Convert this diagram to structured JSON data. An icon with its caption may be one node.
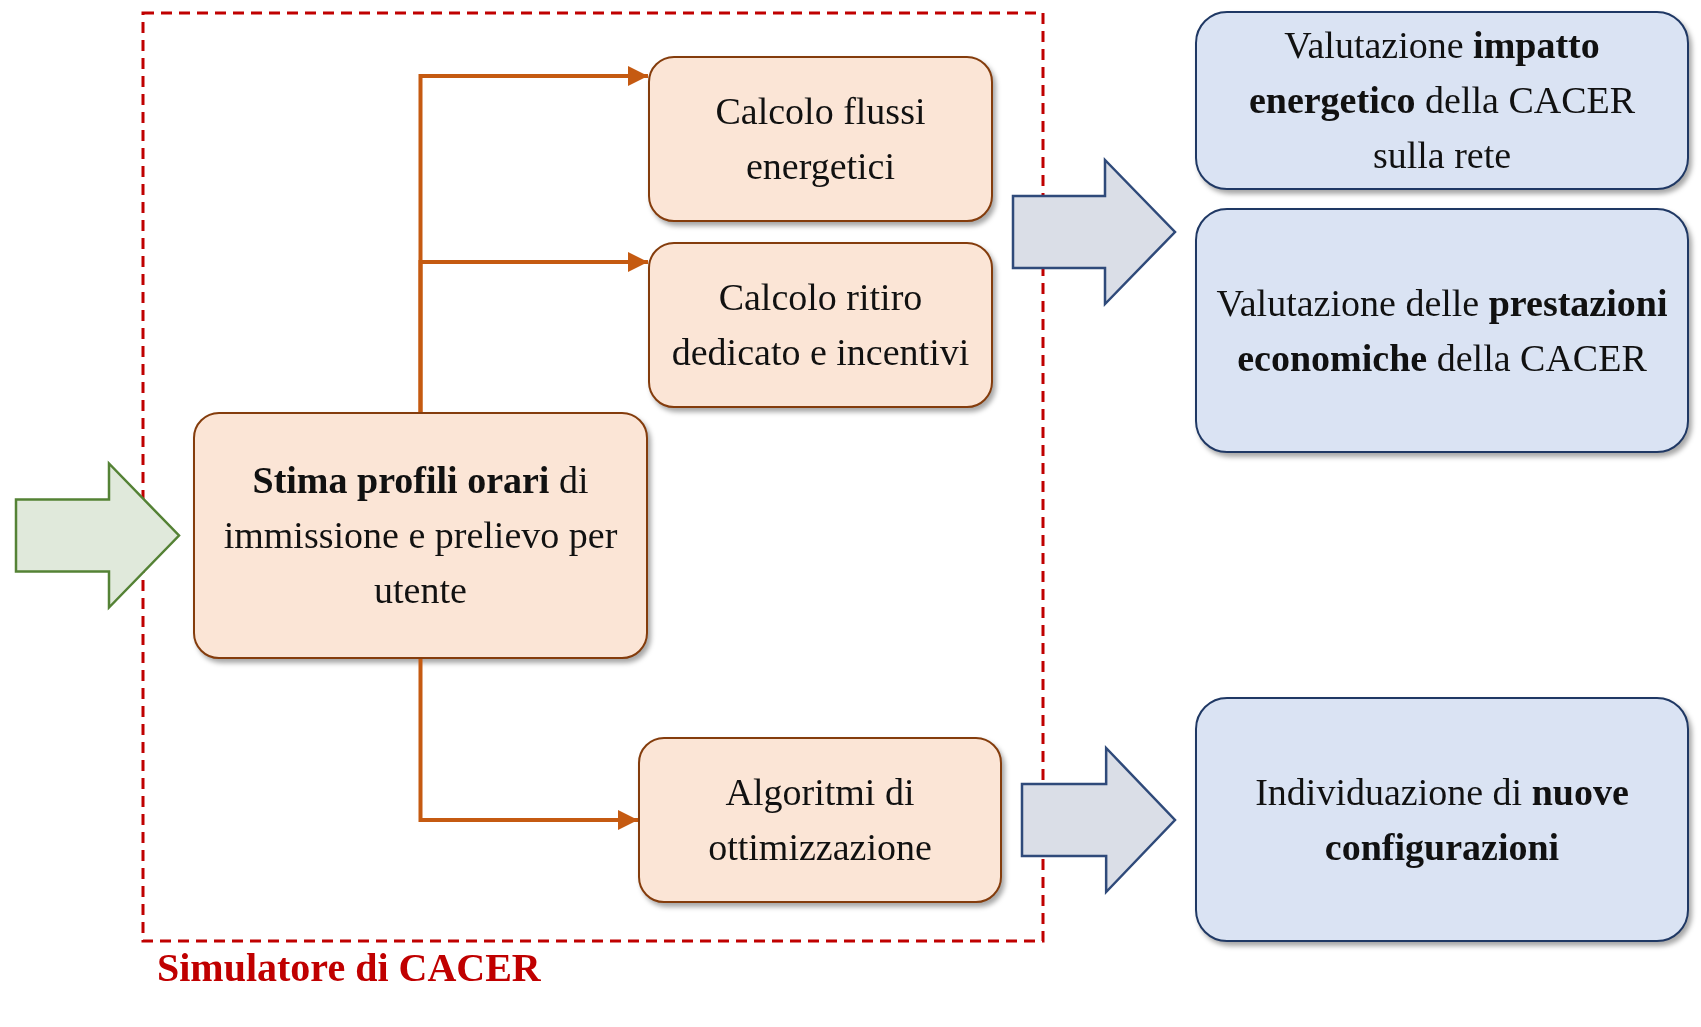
{
  "diagram": {
    "nodes": [
      {
        "text": [
          "Simulatore di CACER"
        ]
      },
      {
        "text": [
          "**Stima profili orari** di immissione e prelievo per utente"
        ],
        "in": 0
      },
      {
        "text": [
          "Calcolo flussi energetici"
        ],
        "in": 0
      },
      {
        "text": [
          "Calcolo ritiro dedicato e incentivi"
        ],
        "in": 0
      },
      {
        "text": [
          "Algoritmi di ottimizzazione"
        ],
        "in": 0
      },
      {
        "text": [
          "Valutazione **impatto energetico** della CACER sulla rete"
        ]
      },
      {
        "text": [
          "Valutazione delle **prestazioni economiche** della CACER"
        ]
      },
      {
        "text": [
          "Individuazione di **nuove configurazioni**"
        ]
      }
    ],
    "edges": [
      {
        "from": 1,
        "to": 2,
        "arrow": "to"
      },
      {
        "from": 1,
        "to": 3,
        "arrow": "to"
      },
      {
        "from": 1,
        "to": 4,
        "arrow": "to"
      },
      {
        "from": 2,
        "to": 5,
        "arrow": "to",
        "style": "thick",
        "color": "#2f4a7a"
      },
      {
        "from": 3,
        "to": 6,
        "arrow": "to",
        "style": "thick",
        "color": "#2f4a7a"
      },
      {
        "from": 4,
        "to": 7,
        "arrow": "to",
        "style": "thick",
        "color": "#2f4a7a"
      },
      {
        "from": null,
        "to": 1,
        "arrow": "to",
        "style": "thick",
        "color": "#548235"
      }
    ]
  }
}
